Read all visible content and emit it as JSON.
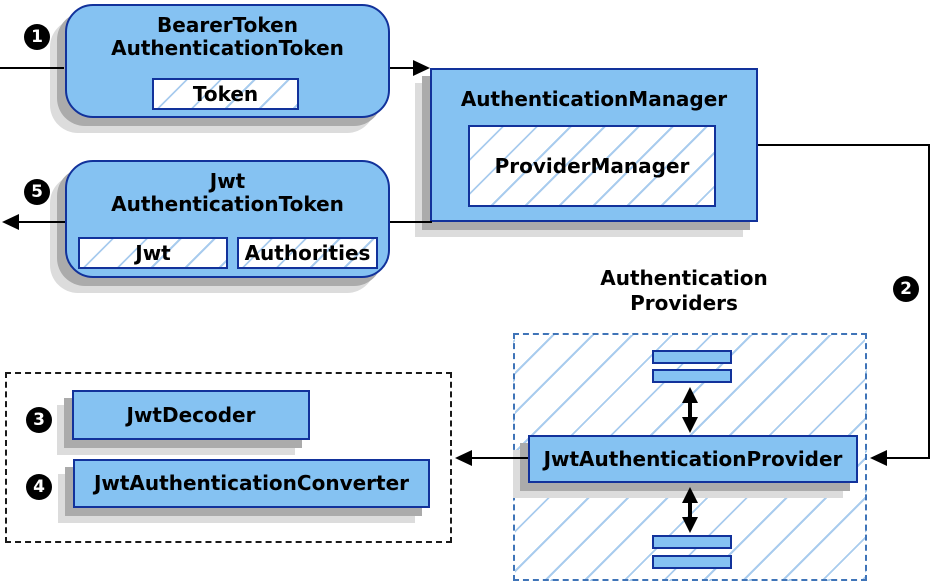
{
  "diagram": {
    "boxes": {
      "bearer": {
        "title": "BearerToken\nAuthenticationToken",
        "chip": "Token"
      },
      "manager": {
        "title": "AuthenticationManager",
        "chip": "ProviderManager"
      },
      "jwt": {
        "title": "Jwt\nAuthenticationToken",
        "chip_jwt": "Jwt",
        "chip_authorities": "Authorities"
      },
      "providers": {
        "title": "Authentication\nProviders",
        "provider": "JwtAuthenticationProvider"
      },
      "converters": {
        "decoder": "JwtDecoder",
        "converter": "JwtAuthenticationConverter"
      }
    },
    "steps": [
      "1",
      "2",
      "3",
      "4",
      "5"
    ],
    "colors": {
      "box_fill": "#85C2F2",
      "box_border": "#12329B",
      "hatch_line": "#A9CCEE",
      "dashed_blue_border": "#3F74B8",
      "dashed_black_border": "#1A1A1A",
      "shadow_dark": "#ABABAB",
      "shadow_light": "#DCDCDC",
      "arrow": "#000000",
      "step_badge_bg": "#000000",
      "step_badge_text": "#FFFFFF"
    }
  }
}
